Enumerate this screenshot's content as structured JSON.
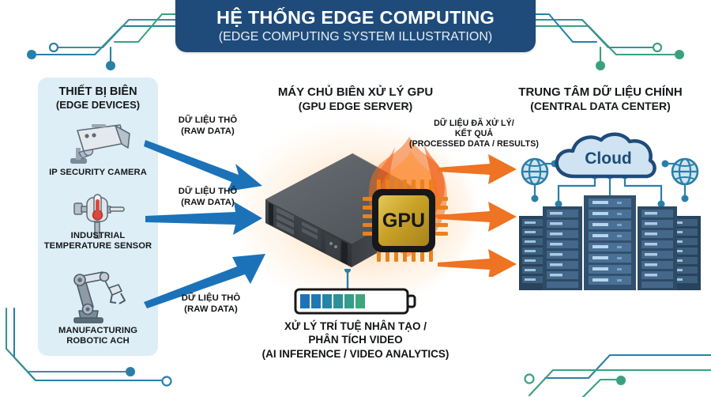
{
  "title": {
    "main": "HỆ THỐNG EDGE COMPUTING",
    "sub": "(EDGE COMPUTING SYSTEM ILLUSTRATION)"
  },
  "colors": {
    "banner_blue": "#1e4b7a",
    "panel_blue": "#ddeef7",
    "arrow_blue": "#1c72b8",
    "arrow_orange": "#ee7323",
    "trace_blue": "#2a7fa8",
    "trace_green": "#3aa17e",
    "gpu_gold": "#c9a227",
    "glow_orange": "#ff963c"
  },
  "edge_column": {
    "heading_main": "THIẾT BỊ BIÊN",
    "heading_sub": "(EDGE DEVICES)",
    "devices": [
      {
        "icon": "ip-camera-icon",
        "label_line1": "IP SECURITY CAMERA",
        "label_line2": ""
      },
      {
        "icon": "temperature-sensor-icon",
        "label_line1": "INDUSTRIAL",
        "label_line2": "TEMPERATURE SENSOR"
      },
      {
        "icon": "robotic-arm-icon",
        "label_line1": "MANUFACTURING",
        "label_line2": "ROBOTIC ACH"
      }
    ]
  },
  "server_column": {
    "heading_main": "MÁY CHỦ BIÊN XỬ LÝ GPU",
    "heading_sub": "(GPU EDGE SERVER)",
    "chip_label": "GPU",
    "caption_line1": "XỬ LÝ TRÍ TUỆ NHÂN TẠO /",
    "caption_line2": "PHÂN TÍCH VIDEO",
    "caption_line3": "(AI INFERENCE / VIDEO ANALYTICS)",
    "battery": {
      "segments_total": 9,
      "segments_filled": 6
    }
  },
  "datacenter_column": {
    "heading_main": "TRUNG TÂM DỮ LIỆU CHÍNH",
    "heading_sub": "(CENTRAL DATA CENTER)",
    "cloud_label": "Cloud",
    "rack_count": 5,
    "globe_count": 2
  },
  "flows": {
    "inbound": [
      {
        "line1": "DỮ LIỆU THÔ",
        "line2": "(RAW DATA)"
      },
      {
        "line1": "DỮ LIỆU THÔ",
        "line2": "(RAW DATA)"
      },
      {
        "line1": "DỮ LIỆU THÔ",
        "line2": "(RAW DATA)"
      }
    ],
    "outbound": {
      "line1": "DỮ LIỆU ĐÃ XỬ LÝ/",
      "line2": "KẾT QUẢ",
      "line3": "(PROCESSED DATA / RESULTS)"
    }
  }
}
